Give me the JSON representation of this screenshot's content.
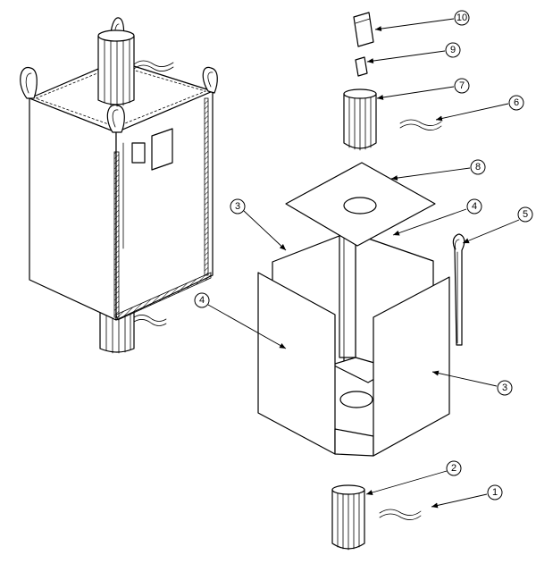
{
  "callouts": [
    {
      "label": "10"
    },
    {
      "label": "9"
    },
    {
      "label": "7"
    },
    {
      "label": "6"
    },
    {
      "label": "8"
    },
    {
      "label": "3"
    },
    {
      "label": "4"
    },
    {
      "label": "5"
    },
    {
      "label": "4"
    },
    {
      "label": "3"
    },
    {
      "label": "2"
    },
    {
      "label": "1"
    }
  ]
}
